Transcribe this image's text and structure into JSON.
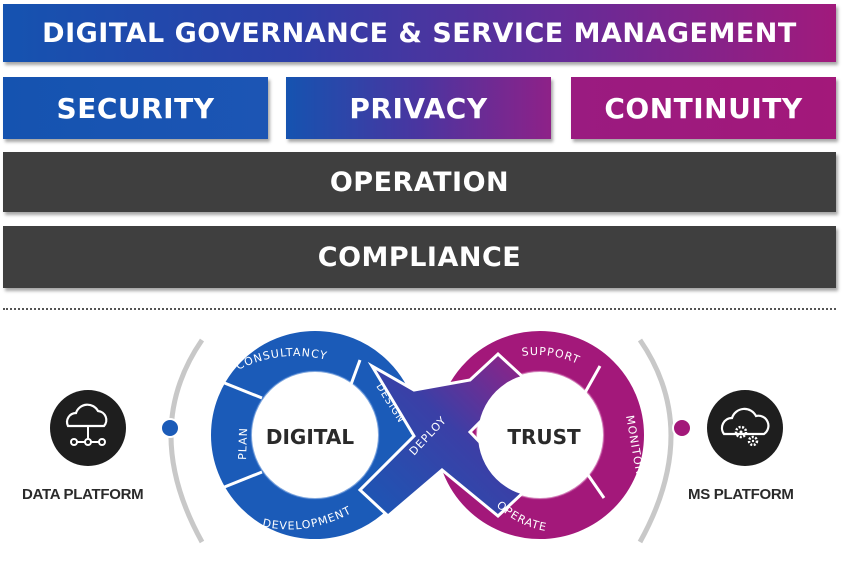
{
  "bands": {
    "title": "DIGITAL GOVERNANCE & SERVICE MANAGEMENT",
    "security": "SECURITY",
    "privacy": "PRIVACY",
    "continuity": "CONTINUITY",
    "operation": "OPERATION",
    "compliance": "COMPLIANCE"
  },
  "cycle": {
    "left_center": "DIGITAL",
    "right_center": "TRUST",
    "stages": {
      "plan": "PLAN",
      "consultancy": "CONSULTANCY",
      "design": "DESIGN",
      "deploy": "DEPLOY",
      "development": "DEVELOPMENT",
      "support": "SUPPORT",
      "monitor": "MONITOR",
      "operate": "OPERATE"
    }
  },
  "platforms": {
    "left": {
      "label": "DATA PLATFORM",
      "icon": "cloud-network-icon"
    },
    "right": {
      "label": "MS PLATFORM",
      "icon": "cloud-gears-icon"
    }
  },
  "colors": {
    "blue": "#1553b0",
    "magenta": "#a3187a",
    "gray": "#3f3f3f"
  }
}
